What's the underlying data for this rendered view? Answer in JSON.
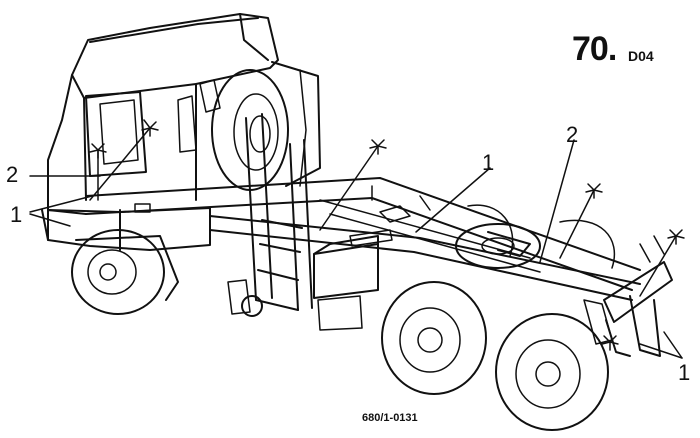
{
  "code": {
    "main": "70.",
    "suffix": "D04"
  },
  "reference": "680/1-0131",
  "callouts": [
    "2",
    "1",
    "1",
    "2",
    "1"
  ]
}
